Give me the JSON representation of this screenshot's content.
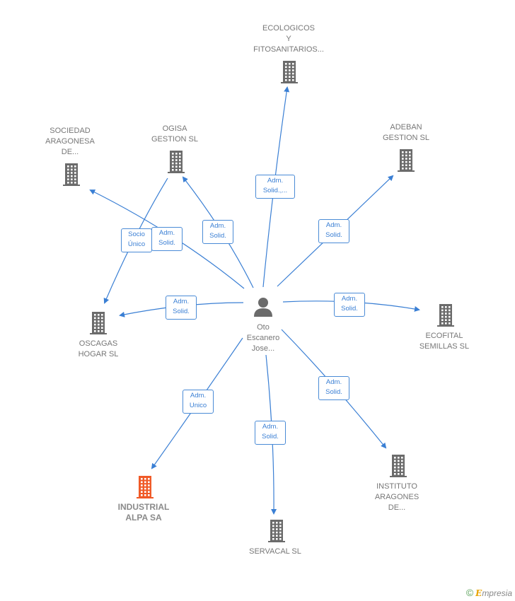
{
  "center": {
    "label": "Oto\nEscanero\nJose..."
  },
  "companies": [
    {
      "id": "ecologicos",
      "label": "ECOLOGICOS\nY\nFITOSANITARIOS...",
      "highlight": false
    },
    {
      "id": "sociedad",
      "label": "SOCIEDAD\nARAGONESA\nDE...",
      "highlight": false
    },
    {
      "id": "ogisa",
      "label": "OGISA\nGESTION  SL",
      "highlight": false
    },
    {
      "id": "adeban",
      "label": "ADEBAN\nGESTION  SL",
      "highlight": false
    },
    {
      "id": "oscagas",
      "label": "OSCAGAS\nHOGAR  SL",
      "highlight": false
    },
    {
      "id": "ecofital",
      "label": "ECOFITAL\nSEMILLAS  SL",
      "highlight": false
    },
    {
      "id": "industrial",
      "label": "INDUSTRIAL\nALPA SA",
      "highlight": true
    },
    {
      "id": "servacal",
      "label": "SERVACAL  SL",
      "highlight": false
    },
    {
      "id": "instituto",
      "label": "INSTITUTO\nARAGONES\nDE...",
      "highlight": false
    }
  ],
  "edges": [
    {
      "id": "e-ecologicos",
      "label": "Adm.\nSolid.,..."
    },
    {
      "id": "e-sociedad",
      "label": "Adm.\nSolid."
    },
    {
      "id": "e-ogisa",
      "label": "Adm.\nSolid."
    },
    {
      "id": "e-adeban",
      "label": "Adm.\nSolid."
    },
    {
      "id": "e-oscagas",
      "label": "Adm.\nSolid."
    },
    {
      "id": "e-ecofital",
      "label": "Adm.\nSolid."
    },
    {
      "id": "e-industrial",
      "label": "Adm.\nUnico"
    },
    {
      "id": "e-servacal",
      "label": "Adm.\nSolid."
    },
    {
      "id": "e-instituto",
      "label": "Adm.\nSolid."
    },
    {
      "id": "e-ogisa-oscagas",
      "label": "Socio\nÚnico"
    }
  ],
  "colors": {
    "edge": "#3a7fd4",
    "building": "#6b6b6b",
    "highlight": "#f05a28",
    "person": "#6b6b6b"
  },
  "footer": {
    "copyright": "©",
    "brand_first": "E",
    "brand_rest": "mpresia"
  }
}
